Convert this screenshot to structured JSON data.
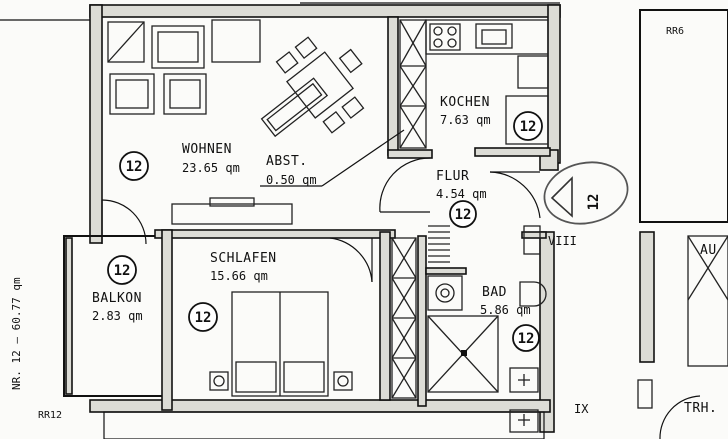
{
  "plan": {
    "rooms": {
      "wohnen": {
        "name": "WOHNEN",
        "area": "23.65 qm",
        "zone": "12"
      },
      "abst": {
        "name": "ABST.",
        "area": "0.50 qm"
      },
      "kochen": {
        "name": "KOCHEN",
        "area": "7.63 qm",
        "zone": "12"
      },
      "flur": {
        "name": "FLUR",
        "area": "4.54 qm",
        "zone": "12"
      },
      "schlafen": {
        "name": "SCHLAFEN",
        "area": "15.66 qm",
        "zone": "12"
      },
      "balkon": {
        "name": "BALKON",
        "area": "2.83 qm",
        "zone": "12"
      },
      "bad": {
        "name": "BAD",
        "area": "5.86 qm",
        "zone": "12"
      }
    },
    "entry_marker": "12",
    "roman_viii": "VIII",
    "roman_ix": "IX",
    "code_rr6": "RR6",
    "code_rr12": "RR12",
    "right_au": "AU",
    "right_trh": "TRH.",
    "vertical_text": "NR. 12 — 60.77 qm",
    "colors": {
      "ink": "#111111",
      "wall": "#dcdcd6",
      "paper": "#fbfbf9",
      "marker": "#555555"
    }
  }
}
